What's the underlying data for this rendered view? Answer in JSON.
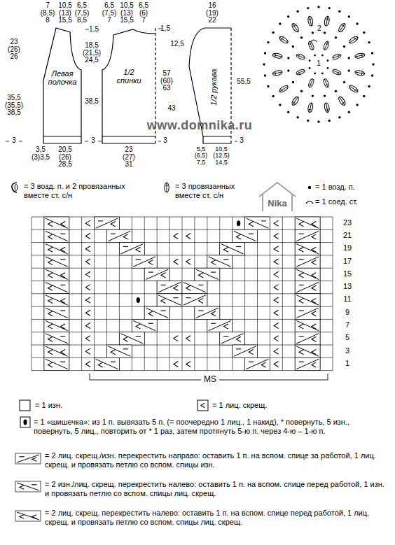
{
  "diagram": {
    "nodes": [
      {
        "text": [
          "Левая полочка"
        ]
      },
      {
        "text": [
          "1/2 спинки"
        ]
      },
      {
        "text": [
          "1/2 рукава"
        ]
      }
    ],
    "labels": [
      "7 (8,5) 8",
      "10,5 (13) 15,5",
      "6,5 (7,5) 8,5",
      "6,5 (7,5) 7",
      "10,5 (13) 15,5",
      "6,5 (6) 7",
      "16 (19) 22",
      "1,5",
      "1,5",
      "23 (26) 26",
      "18,5 (21,5) 24,5",
      "12,5",
      "57 (60) 63",
      "55,5",
      "35,5 (35,5) 38,5",
      "38,5",
      "43",
      "3",
      "3",
      "3",
      "3",
      "3,5 (3)3,5",
      "20,5 (26) 28,5",
      "23 (27) 31",
      "5,5 (6,5) 7,5",
      "10,5 (12,5) 14,5",
      "www.domnika.ru",
      "1",
      "2",
      "Nika",
      "23",
      "21",
      "19",
      "17",
      "15",
      "13",
      "11",
      "9",
      "7",
      "5",
      "3",
      "1",
      "MS"
    ],
    "legend": [
      {
        "text": "= 3 возд. п. и 2 провязанных вместе ст. с/н"
      },
      {
        "text": "= 3 провязанных вместе ст. с/н"
      },
      {
        "text": "= 1 возд. п."
      },
      {
        "text": "= 1 соед. ст."
      },
      {
        "text": "= 1 изн."
      },
      {
        "text": "= 1 лиц. скрещ."
      },
      {
        "text": "= 1 «шишечка»: из 1 п. вывязать 5 п. (= поочередно 1 лиц., 1 накид), * повернуть, 5 изн., повернуть, 5 лиц., повторить от * 1 раз, затем протянуть 5-ю п. через 4-ю – 1-ю п."
      },
      {
        "text": "= 2 лиц. скрещ./изн. перекрестить направо: оставить 1 п. на вспом. спице за работой, 1 лиц. скрещ. и провязать петлю со вспом. спицы изн."
      },
      {
        "text": "= 2 изн./лиц. скрещ. перекрестить налево: оставить 1 п. на вспом. спице перед работой, 1 изн. и провязать петлю со вспом. спицы лиц. скрещ."
      },
      {
        "text": "= 2 лиц. скрещ. перекрестить налево: оставить 1 п. на вспом. спице перед работой, 1 лиц. скрещ. и провязать петлю со вспом. спицы лиц. скрещ."
      }
    ]
  }
}
